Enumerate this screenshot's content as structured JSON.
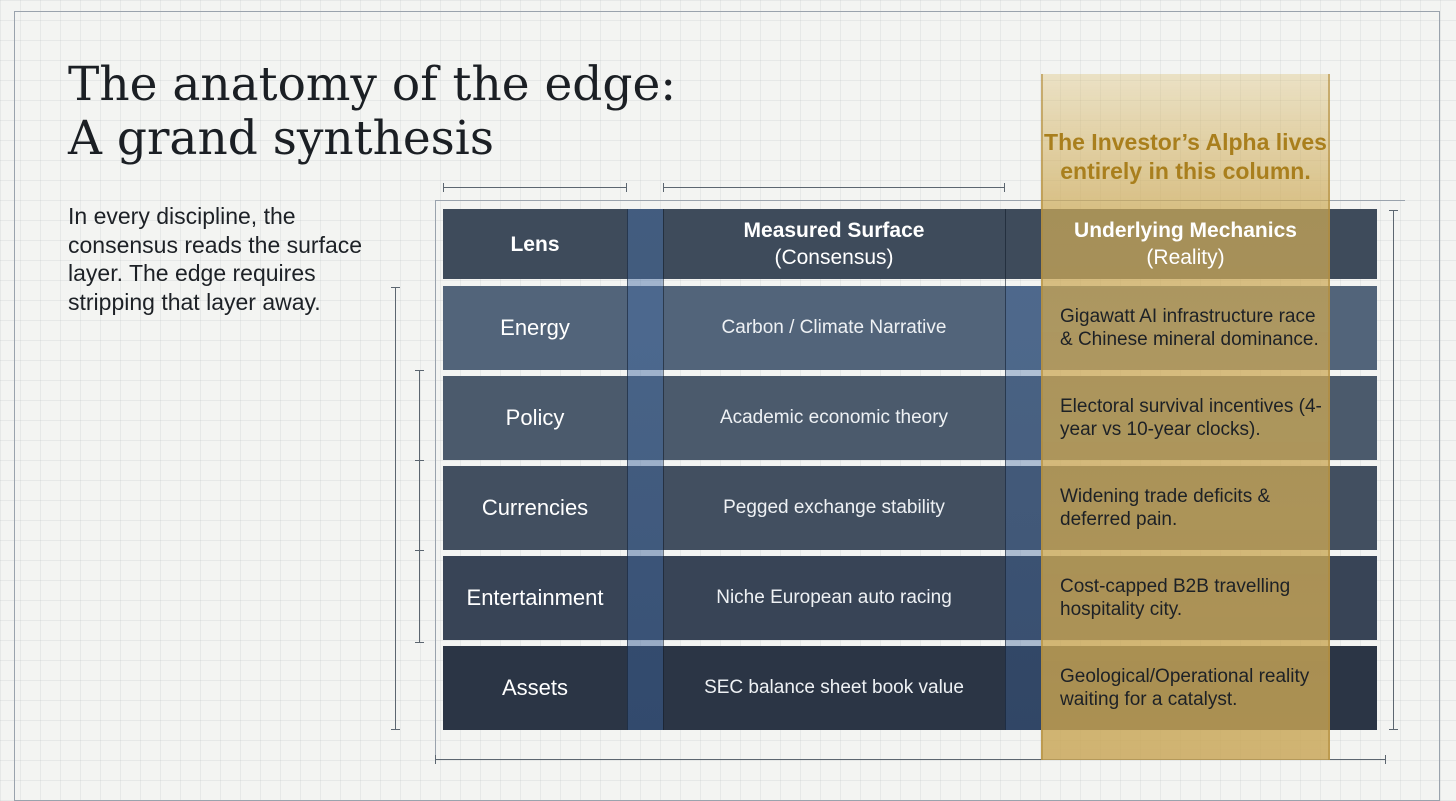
{
  "title": {
    "line1": "The anatomy of the edge:",
    "line2": "A grand synthesis"
  },
  "intro": "In every discipline, the consensus reads the surface layer. The edge requires stripping that layer away.",
  "highlight_caption": "The Investor’s Alpha lives entirely in this column.",
  "table": {
    "headers": {
      "lens": "Lens",
      "surface_title": "Measured Surface",
      "surface_sub": "(Consensus)",
      "mechanics_title": "Underlying Mechanics",
      "mechanics_sub": "(Reality)"
    },
    "rows": [
      {
        "lens": "Energy",
        "surface": "Carbon / Climate Narrative",
        "mechanics": "Gigawatt AI infrastructure race & Chinese mineral dominance."
      },
      {
        "lens": "Policy",
        "surface": "Academic economic theory",
        "mechanics": "Electoral survival incentives (4-year vs 10-year clocks)."
      },
      {
        "lens": "Currencies",
        "surface": "Pegged exchange stability",
        "mechanics": "Widening trade deficits & deferred pain."
      },
      {
        "lens": "Entertainment",
        "surface": "Niche European auto racing",
        "mechanics": "Cost-capped B2B travelling hospitality city."
      },
      {
        "lens": "Assets",
        "surface": "SEC balance sheet book value",
        "mechanics": "Geological/Operational reality waiting for a catalyst."
      }
    ]
  },
  "colors": {
    "header_bg": "#3e4b5b",
    "row_bgs": [
      "#52647a",
      "#4b5a6c",
      "#424f60",
      "#384456",
      "#2b3545"
    ],
    "gold": "#c9a558",
    "gold_text": "#a97f1d"
  }
}
